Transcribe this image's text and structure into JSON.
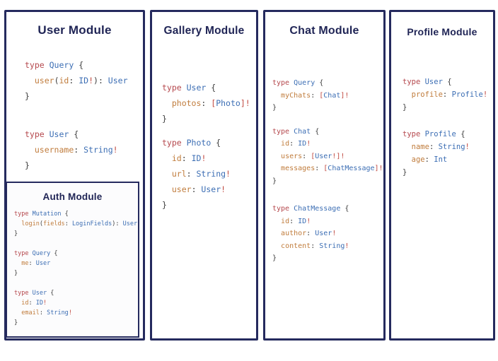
{
  "colors": {
    "border": "#252a5e",
    "title": "#1f2455",
    "keyword": "#b5484d",
    "typename": "#3c6eb4",
    "field": "#c07c3c",
    "punct": "#3d3d3d",
    "operator": "#c14a41",
    "authbg": "#fcfcfd"
  },
  "panels": [
    {
      "title": "User Module",
      "blocks": [
        {
          "lines": [
            [
              [
                "k",
                "type "
              ],
              [
                "t",
                "Query "
              ],
              [
                "p",
                "{"
              ]
            ],
            [
              [
                "p",
                "  "
              ],
              [
                "f",
                "user"
              ],
              [
                "p",
                "("
              ],
              [
                "f",
                "id"
              ],
              [
                "p",
                ": "
              ],
              [
                "t",
                "ID"
              ],
              [
                "o",
                "!"
              ],
              [
                "p",
                "): "
              ],
              [
                "t",
                "User"
              ]
            ],
            [
              [
                "p",
                "}"
              ]
            ]
          ]
        },
        {
          "lines": [
            [
              [
                "k",
                "type "
              ],
              [
                "t",
                "User "
              ],
              [
                "p",
                "{"
              ]
            ],
            [
              [
                "p",
                "  "
              ],
              [
                "f",
                "username"
              ],
              [
                "p",
                ": "
              ],
              [
                "t",
                "String"
              ],
              [
                "o",
                "!"
              ]
            ],
            [
              [
                "p",
                "}"
              ]
            ]
          ]
        }
      ],
      "nested_panel": {
        "title": "Auth Module",
        "blocks": [
          {
            "lines": [
              [
                [
                  "k",
                  "type "
                ],
                [
                  "t",
                  "Mutation "
                ],
                [
                  "p",
                  "{"
                ]
              ],
              [
                [
                  "p",
                  "  "
                ],
                [
                  "f",
                  "login"
                ],
                [
                  "p",
                  "("
                ],
                [
                  "f",
                  "fields"
                ],
                [
                  "p",
                  ": "
                ],
                [
                  "t",
                  "LoginFields"
                ],
                [
                  "p",
                  "): "
                ],
                [
                  "t",
                  "User"
                ]
              ],
              [
                [
                  "p",
                  "}"
                ]
              ]
            ]
          },
          {
            "lines": [
              [
                [
                  "k",
                  "type "
                ],
                [
                  "t",
                  "Query "
                ],
                [
                  "p",
                  "{"
                ]
              ],
              [
                [
                  "p",
                  "  "
                ],
                [
                  "f",
                  "me"
                ],
                [
                  "p",
                  ": "
                ],
                [
                  "t",
                  "User"
                ]
              ],
              [
                [
                  "p",
                  "}"
                ]
              ]
            ]
          },
          {
            "lines": [
              [
                [
                  "k",
                  "type "
                ],
                [
                  "t",
                  "User "
                ],
                [
                  "p",
                  "{"
                ]
              ],
              [
                [
                  "p",
                  "  "
                ],
                [
                  "f",
                  "id"
                ],
                [
                  "p",
                  ": "
                ],
                [
                  "t",
                  "ID"
                ],
                [
                  "o",
                  "!"
                ]
              ],
              [
                [
                  "p",
                  "  "
                ],
                [
                  "f",
                  "email"
                ],
                [
                  "p",
                  ": "
                ],
                [
                  "t",
                  "String"
                ],
                [
                  "o",
                  "!"
                ]
              ],
              [
                [
                  "p",
                  "}"
                ]
              ]
            ]
          }
        ]
      }
    },
    {
      "title": "Gallery Module",
      "blocks": [
        {
          "lines": [
            [
              [
                "k",
                "type "
              ],
              [
                "t",
                "User "
              ],
              [
                "p",
                "{"
              ]
            ],
            [
              [
                "p",
                "  "
              ],
              [
                "f",
                "photos"
              ],
              [
                "p",
                ": "
              ],
              [
                "o",
                "["
              ],
              [
                "t",
                "Photo"
              ],
              [
                "o",
                "]!"
              ]
            ],
            [
              [
                "p",
                "}"
              ]
            ]
          ]
        },
        {
          "lines": [
            [
              [
                "k",
                "type "
              ],
              [
                "t",
                "Photo "
              ],
              [
                "p",
                "{"
              ]
            ],
            [
              [
                "p",
                "  "
              ],
              [
                "f",
                "id"
              ],
              [
                "p",
                ": "
              ],
              [
                "t",
                "ID"
              ],
              [
                "o",
                "!"
              ]
            ],
            [
              [
                "p",
                "  "
              ],
              [
                "f",
                "url"
              ],
              [
                "p",
                ": "
              ],
              [
                "t",
                "String"
              ],
              [
                "o",
                "!"
              ]
            ],
            [
              [
                "p",
                "  "
              ],
              [
                "f",
                "user"
              ],
              [
                "p",
                ": "
              ],
              [
                "t",
                "User"
              ],
              [
                "o",
                "!"
              ]
            ],
            [
              [
                "p",
                "}"
              ]
            ]
          ]
        }
      ]
    },
    {
      "title": "Chat Module",
      "blocks": [
        {
          "lines": [
            [
              [
                "k",
                "type "
              ],
              [
                "t",
                "Query "
              ],
              [
                "p",
                "{"
              ]
            ],
            [
              [
                "p",
                "  "
              ],
              [
                "f",
                "myChats"
              ],
              [
                "p",
                ": "
              ],
              [
                "o",
                "["
              ],
              [
                "t",
                "Chat"
              ],
              [
                "o",
                "]!"
              ]
            ],
            [
              [
                "p",
                "}"
              ]
            ]
          ]
        },
        {
          "lines": [
            [
              [
                "k",
                "type "
              ],
              [
                "t",
                "Chat "
              ],
              [
                "p",
                "{"
              ]
            ],
            [
              [
                "p",
                "  "
              ],
              [
                "f",
                "id"
              ],
              [
                "p",
                ": "
              ],
              [
                "t",
                "ID"
              ],
              [
                "o",
                "!"
              ]
            ],
            [
              [
                "p",
                "  "
              ],
              [
                "f",
                "users"
              ],
              [
                "p",
                ": "
              ],
              [
                "o",
                "["
              ],
              [
                "t",
                "User"
              ],
              [
                "o",
                "!]!"
              ]
            ],
            [
              [
                "p",
                "  "
              ],
              [
                "f",
                "messages"
              ],
              [
                "p",
                ": "
              ],
              [
                "o",
                "["
              ],
              [
                "t",
                "ChatMessage"
              ],
              [
                "o",
                "]!"
              ]
            ],
            [
              [
                "p",
                "}"
              ]
            ]
          ]
        },
        {
          "lines": [
            [
              [
                "k",
                "type "
              ],
              [
                "t",
                "ChatMessage "
              ],
              [
                "p",
                "{"
              ]
            ],
            [
              [
                "p",
                "  "
              ],
              [
                "f",
                "id"
              ],
              [
                "p",
                ": "
              ],
              [
                "t",
                "ID"
              ],
              [
                "o",
                "!"
              ]
            ],
            [
              [
                "p",
                "  "
              ],
              [
                "f",
                "author"
              ],
              [
                "p",
                ": "
              ],
              [
                "t",
                "User"
              ],
              [
                "o",
                "!"
              ]
            ],
            [
              [
                "p",
                "  "
              ],
              [
                "f",
                "content"
              ],
              [
                "p",
                ": "
              ],
              [
                "t",
                "String"
              ],
              [
                "o",
                "!"
              ]
            ],
            [
              [
                "p",
                "}"
              ]
            ]
          ]
        }
      ]
    },
    {
      "title": "Profile Module",
      "blocks": [
        {
          "lines": [
            [
              [
                "k",
                "type "
              ],
              [
                "t",
                "User "
              ],
              [
                "p",
                "{"
              ]
            ],
            [
              [
                "p",
                "  "
              ],
              [
                "f",
                "profile"
              ],
              [
                "p",
                ": "
              ],
              [
                "t",
                "Profile"
              ],
              [
                "o",
                "!"
              ]
            ],
            [
              [
                "p",
                "}"
              ]
            ]
          ]
        },
        {
          "lines": [
            [
              [
                "k",
                "type "
              ],
              [
                "t",
                "Profile "
              ],
              [
                "p",
                "{"
              ]
            ],
            [
              [
                "p",
                "  "
              ],
              [
                "f",
                "name"
              ],
              [
                "p",
                ": "
              ],
              [
                "t",
                "String"
              ],
              [
                "o",
                "!"
              ]
            ],
            [
              [
                "p",
                "  "
              ],
              [
                "f",
                "age"
              ],
              [
                "p",
                ": "
              ],
              [
                "t",
                "Int"
              ]
            ],
            [
              [
                "p",
                "}"
              ]
            ]
          ]
        }
      ]
    }
  ]
}
